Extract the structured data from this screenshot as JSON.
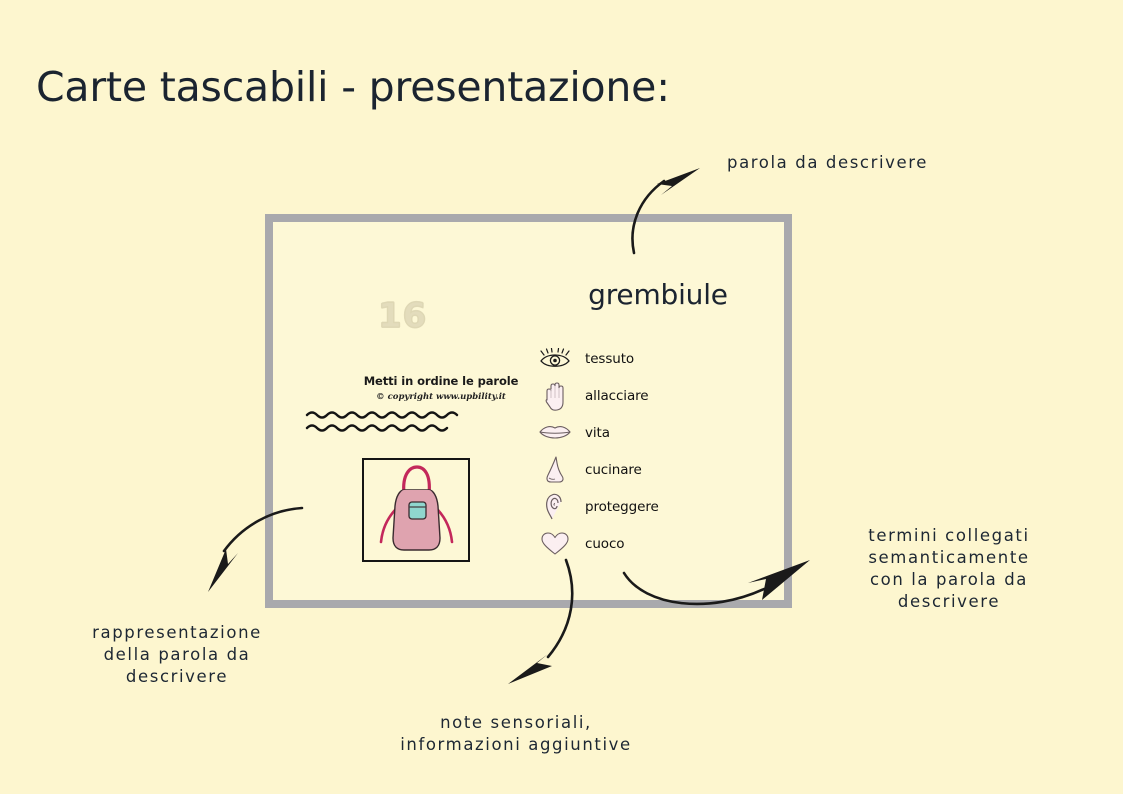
{
  "page": {
    "title": "Carte tascabili - presentazione:",
    "background_color": "#FDF6CF"
  },
  "card": {
    "frame_color": "#A9A9AD",
    "background_color": "#FDF8D6",
    "number": "16",
    "instruction": "Metti in ordine le parole",
    "copyright": "© copyright www.upbility.it",
    "word": "grembiule",
    "picture": {
      "alt": "grembiule-illustration",
      "apron_color": "#DFA3AF",
      "strap_color": "#C3285B",
      "pocket_color": "#8FD6CE"
    },
    "terms": [
      {
        "icon": "eye-icon",
        "label": "tessuto"
      },
      {
        "icon": "hand-icon",
        "label": "allacciare"
      },
      {
        "icon": "lips-icon",
        "label": "vita"
      },
      {
        "icon": "nose-icon",
        "label": "cucinare"
      },
      {
        "icon": "ear-icon",
        "label": "proteggere"
      },
      {
        "icon": "heart-icon",
        "label": "cuoco"
      }
    ]
  },
  "annotations": {
    "top": "parola da descrivere",
    "right": "termini collegati\nsemanticamente\ncon la parola da\ndescrivere",
    "bottom_left": "rappresentazione\ndella parola da\ndescrivere",
    "bottom_center": "note sensoriali,\ninformazioni aggiuntive"
  }
}
